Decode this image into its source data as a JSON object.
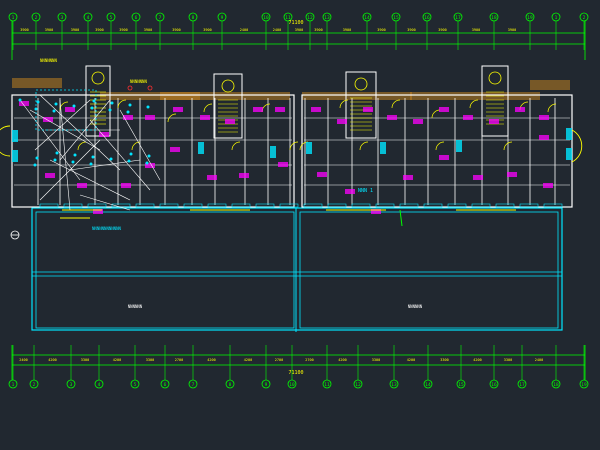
{
  "drawing": {
    "top_axes": [
      "1",
      "2",
      "3",
      "4",
      "5",
      "6",
      "7",
      "8",
      "9",
      "10",
      "11",
      "12",
      "13",
      "14",
      "15",
      "16",
      "17",
      "18",
      "19"
    ],
    "bottom_axes": [
      "1",
      "2",
      "3",
      "4",
      "5",
      "6",
      "7",
      "8",
      "9",
      "10",
      "11",
      "12",
      "13",
      "14",
      "15",
      "16",
      "17",
      "18",
      "19"
    ],
    "top_dims": [
      "3900",
      "3900",
      "3900",
      "3900",
      "3900",
      "3900",
      "3900",
      "3900",
      "2400",
      "2400",
      "3900",
      "3900",
      "3900",
      "3900",
      "3900",
      "3900",
      "3900",
      "3900"
    ],
    "bottom_dims": [
      "2400",
      "4200",
      "3300",
      "4200",
      "3300",
      "2700",
      "4200",
      "4200",
      "2700",
      "2700",
      "4200",
      "3300",
      "4200",
      "3300",
      "4200",
      "3300",
      "2400"
    ],
    "overall_dim": "71100",
    "left_label": "A",
    "section_labels": [
      "NNNNNN",
      "NNNNNN"
    ],
    "mid_label": "NNN 1",
    "annotation_top_left": "NNNNNNN",
    "annotation_mid": "NNNNNNN",
    "annotation_bottom_left": "NNNNNNNNNNNN"
  },
  "colors": {
    "background": "#212830",
    "wall": "#ffffff",
    "cyan": "#00e5ff",
    "yellow": "#ffff00",
    "magenta": "#ff00ff",
    "green": "#00ff00",
    "orange": "#c08020",
    "red": "#ff3030"
  }
}
